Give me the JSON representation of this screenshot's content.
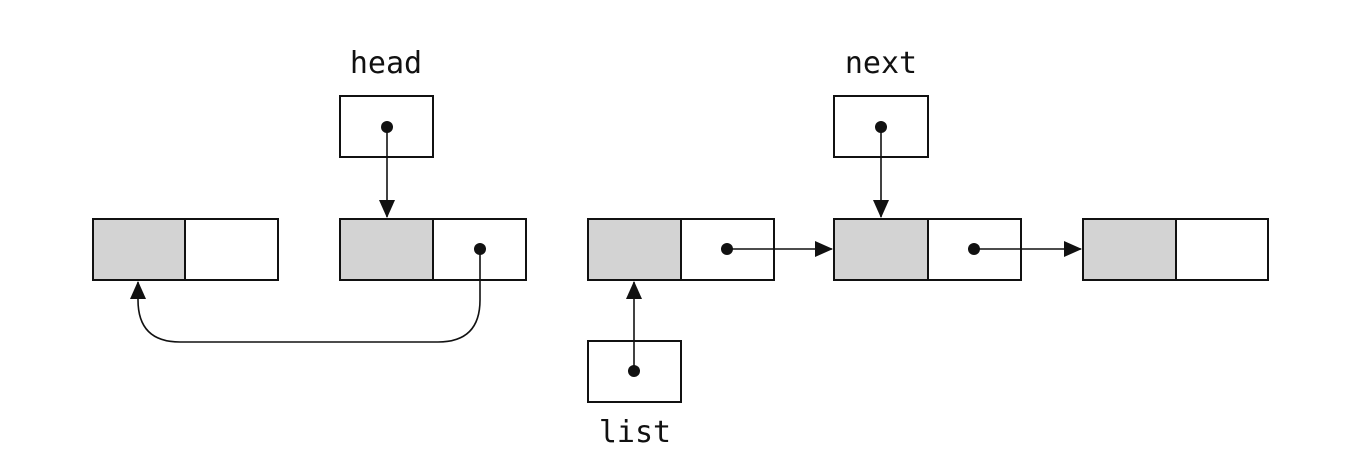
{
  "labels": {
    "head": "head",
    "next": "next",
    "list": "list"
  },
  "colors": {
    "data_field": "#d3d3d3",
    "link_field": "#ffffff",
    "ink": "#111111"
  }
}
